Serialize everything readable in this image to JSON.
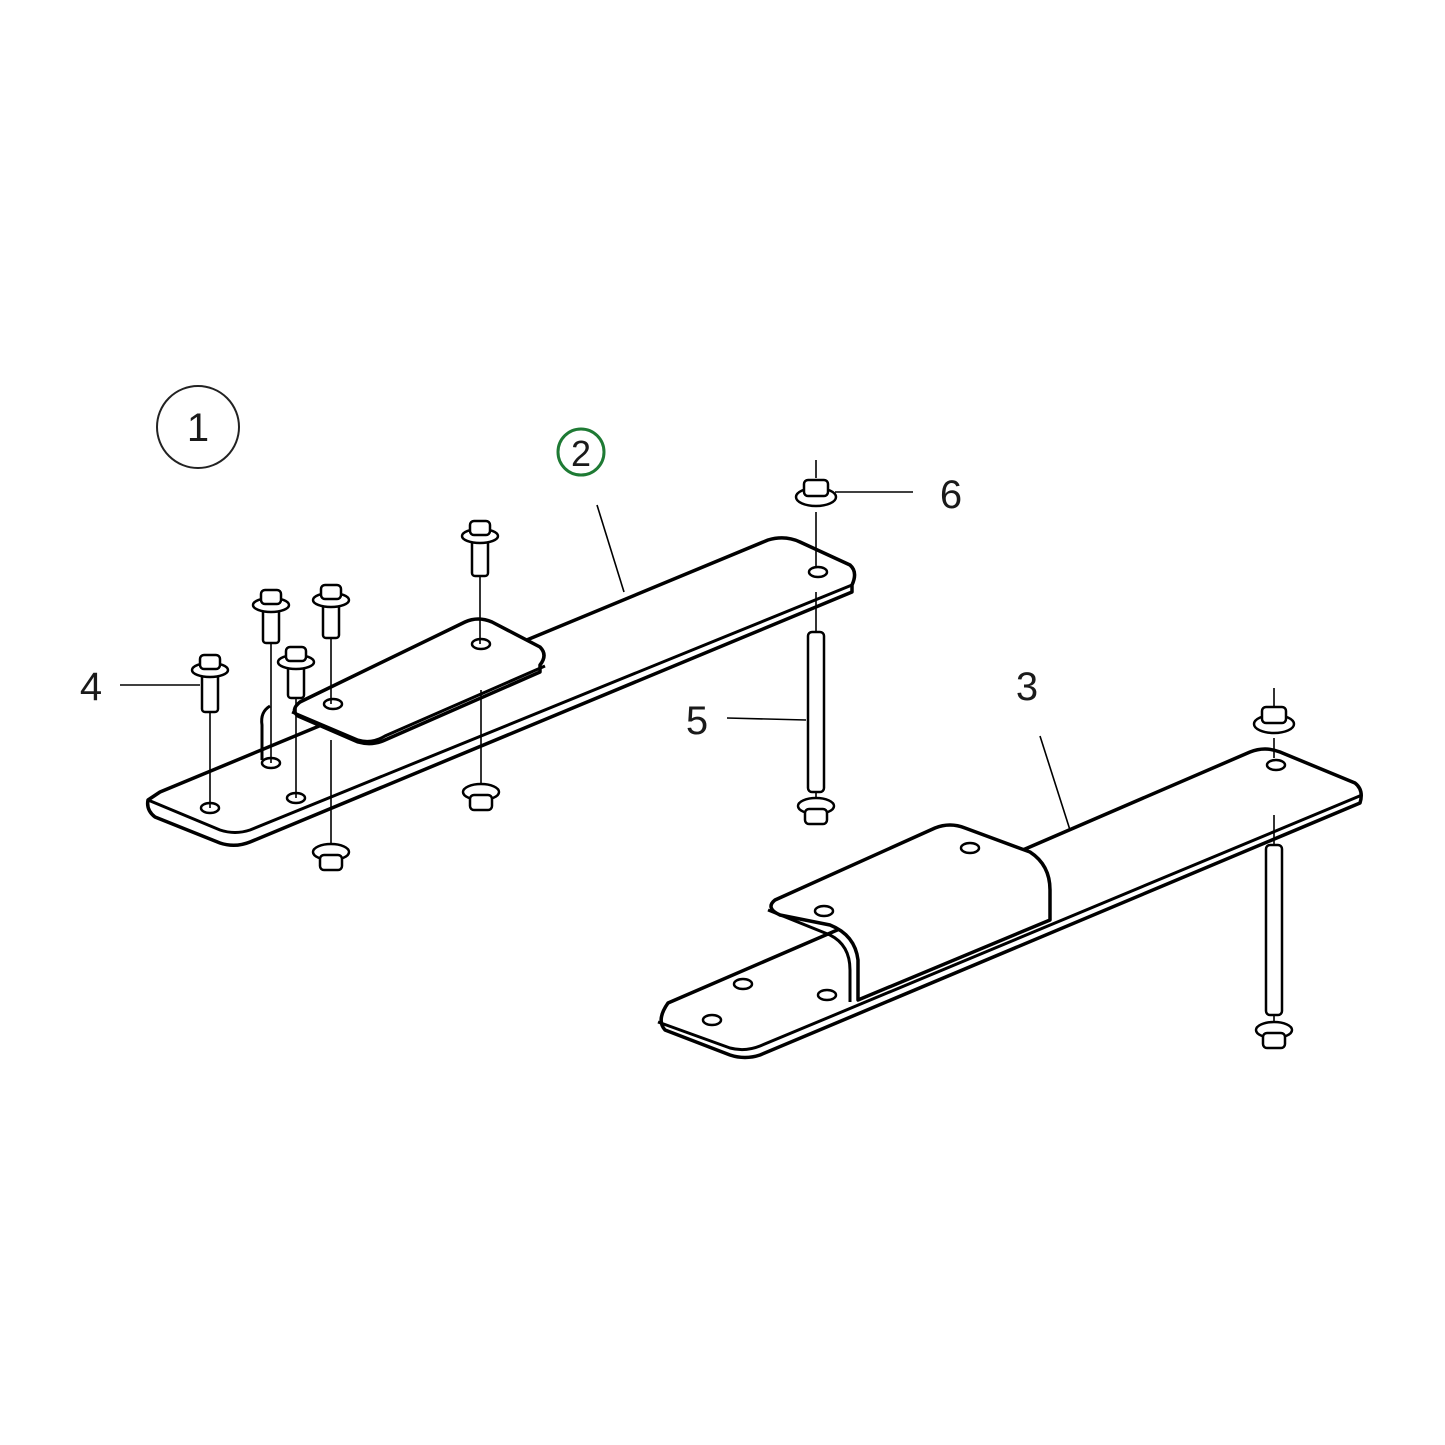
{
  "diagram": {
    "type": "exploded parts diagram",
    "callouts": [
      {
        "id": "1",
        "label": "1",
        "circled": true,
        "circle_color": "#222222"
      },
      {
        "id": "2",
        "label": "2",
        "circled": true,
        "circle_color": "#1e7a34"
      },
      {
        "id": "3",
        "label": "3",
        "circled": false
      },
      {
        "id": "4",
        "label": "4",
        "circled": false
      },
      {
        "id": "5",
        "label": "5",
        "circled": false
      },
      {
        "id": "6",
        "label": "6",
        "circled": false
      }
    ],
    "parts": [
      {
        "ref": "2",
        "name": "left mounting bracket plate"
      },
      {
        "ref": "3",
        "name": "right mounting bracket with raised section"
      },
      {
        "ref": "4",
        "name": "flange bolt"
      },
      {
        "ref": "5",
        "name": "threaded stud"
      },
      {
        "ref": "6",
        "name": "flange nut"
      }
    ]
  },
  "colors": {
    "line": "#000000",
    "background": "#ffffff",
    "highlight": "#1e7a34"
  }
}
